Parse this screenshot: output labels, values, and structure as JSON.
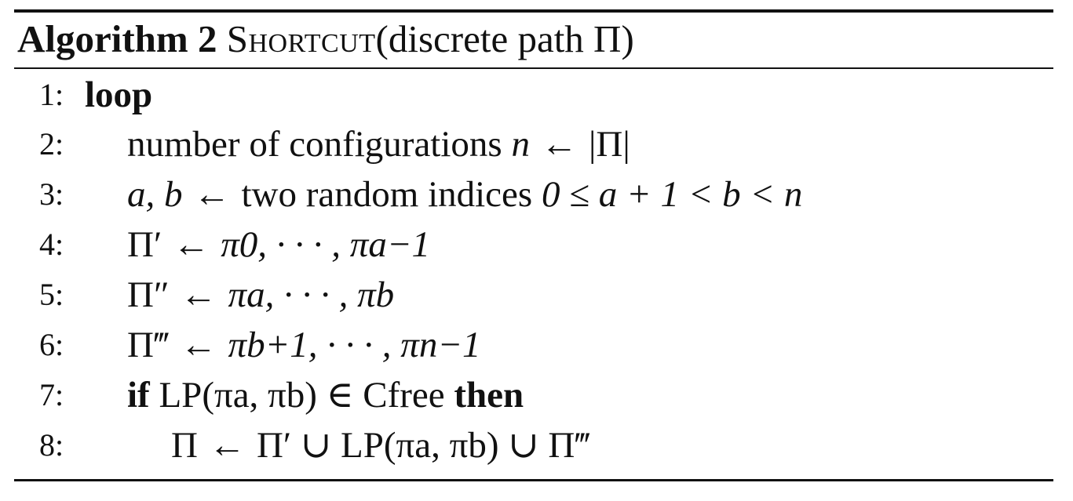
{
  "algorithm": {
    "label": "Algorithm 2",
    "name": "Shortcut",
    "signature": "(discrete path Π)"
  },
  "lines": [
    {
      "num": "1:",
      "keyword": "loop"
    },
    {
      "num": "2:",
      "text": "number of configurations",
      "var": "n",
      "arrow": "←",
      "rhs": "|Π|"
    },
    {
      "num": "3:",
      "lhs": "a, b",
      "arrow": "←",
      "text": "two random indices",
      "cond": "0 ≤ a + 1 < b < n"
    },
    {
      "num": "4:",
      "lhs": "Π′",
      "arrow": "←",
      "rhs": "π0, · · · , πa−1"
    },
    {
      "num": "5:",
      "lhs": "Π″",
      "arrow": "←",
      "rhs": "πa, · · · , πb"
    },
    {
      "num": "6:",
      "lhs": "Π‴",
      "arrow": "←",
      "rhs": "πb+1, · · · , πn−1"
    },
    {
      "num": "7:",
      "keyword_if": "if",
      "cond": "LP(πa, πb) ∈ Cfree",
      "keyword_then": "then"
    },
    {
      "num": "8:",
      "lhs": "Π",
      "arrow": "←",
      "rhs": "Π′ ∪ LP(πa, πb) ∪ Π‴"
    }
  ]
}
